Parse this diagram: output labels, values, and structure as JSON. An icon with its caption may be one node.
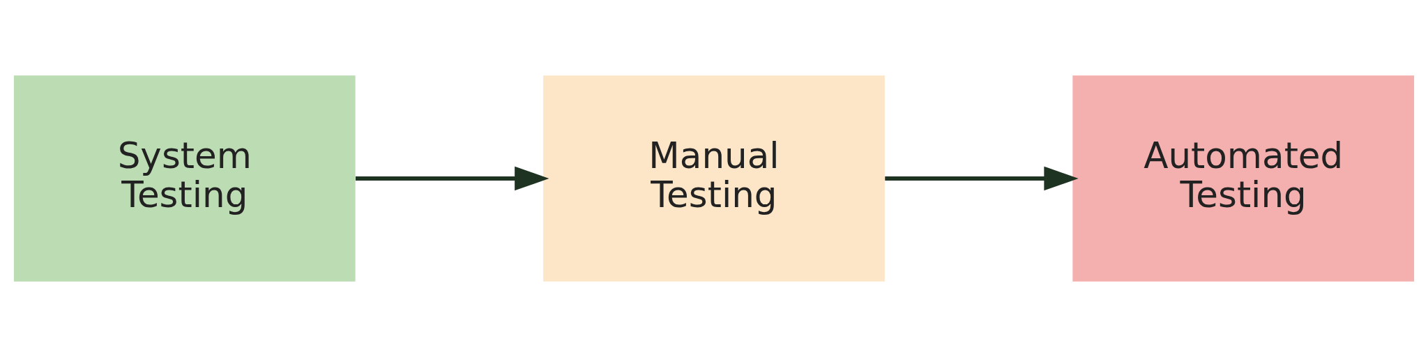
{
  "diagram": {
    "nodes": [
      {
        "text": [
          "System Testing"
        ]
      },
      {
        "text": [
          "Manual Testing"
        ]
      },
      {
        "text": [
          "Automated Testing"
        ]
      }
    ],
    "edges": [
      {
        "from": 0,
        "to": 1,
        "arrow": "to"
      },
      {
        "from": 1,
        "to": 2,
        "arrow": "to"
      }
    ]
  }
}
